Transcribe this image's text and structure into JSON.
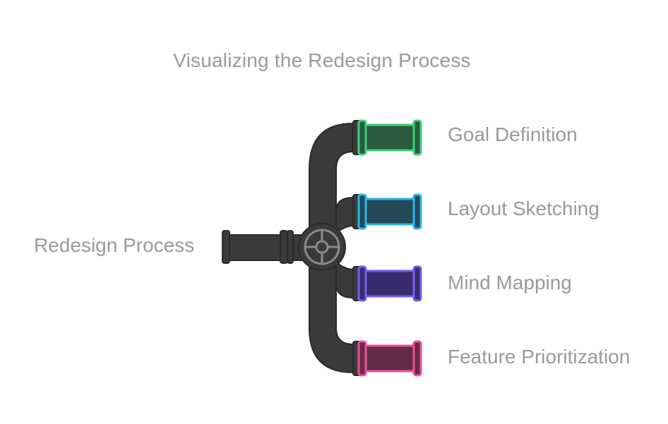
{
  "title": "Visualizing the Redesign Process",
  "source": {
    "label": "Redesign Process"
  },
  "branches": [
    {
      "label": "Goal Definition",
      "color": "#3ecf7c",
      "fill": "#2b5a3e"
    },
    {
      "label": "Layout Sketching",
      "color": "#2ab7e6",
      "fill": "#23495a"
    },
    {
      "label": "Mind Mapping",
      "color": "#7a5cf0",
      "fill": "#382c6e"
    },
    {
      "label": "Feature Prioritization",
      "color": "#ee4f9c",
      "fill": "#632c4a"
    }
  ],
  "pipe_color": "#3a3a3a"
}
